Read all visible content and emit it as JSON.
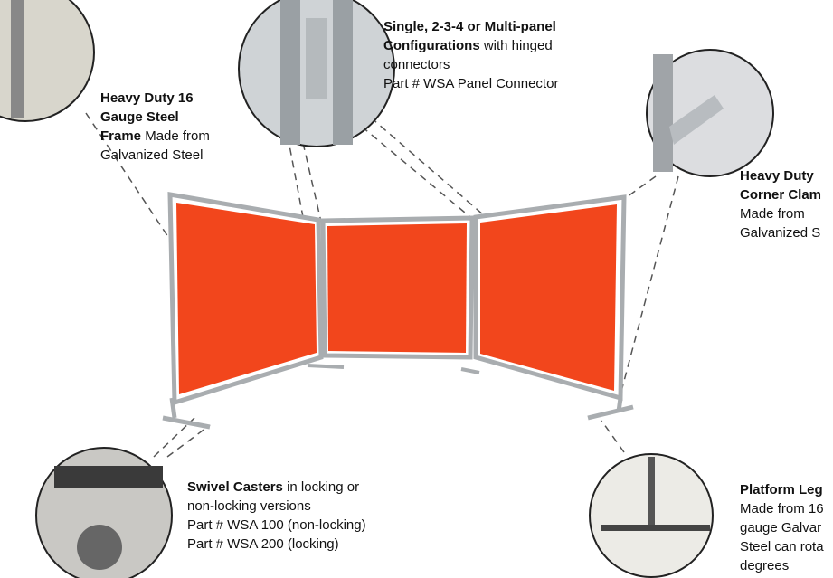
{
  "callouts": {
    "frame": {
      "title_lines": [
        "Heavy Duty 16",
        "Gauge Steel",
        "Frame"
      ],
      "desc_inline": " Made from",
      "desc_lines": [
        "Galvanized Steel"
      ]
    },
    "connector": {
      "title_lines": [
        "Single, 2-3-4 or Multi-panel",
        "Configurations"
      ],
      "desc_inline": " with hinged",
      "desc_lines": [
        "connectors",
        "Part # WSA Panel Connector"
      ]
    },
    "corner": {
      "title_lines": [
        "Heavy Duty",
        "Corner Clam"
      ],
      "desc_lines": [
        "Made from",
        "Galvanized S"
      ]
    },
    "casters": {
      "title": "Swivel Casters",
      "desc_inline": " in locking or",
      "desc_lines": [
        "non-locking versions",
        "Part # WSA 100 (non-locking)",
        "Part # WSA 200 (locking)"
      ]
    },
    "legs": {
      "title": "Platform Leg",
      "desc_lines": [
        "Made from 16",
        "gauge Galvar",
        "Steel can rota",
        "degrees"
      ]
    }
  },
  "colors": {
    "panel": "#f2461c",
    "frame": "#a9adb0"
  }
}
